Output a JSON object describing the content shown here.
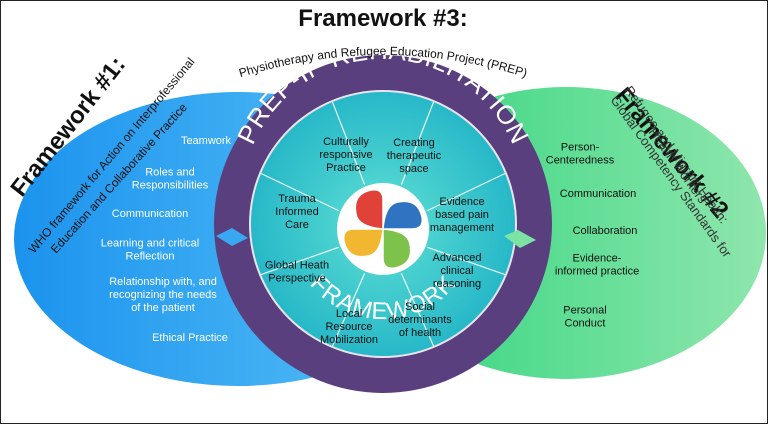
{
  "top": {
    "title": "Framework #3:",
    "subtitle": "Physiotherapy and Refugee Education Project (PREP)"
  },
  "left": {
    "title": "Framework #1:",
    "subtitle_lines": [
      "WHO framework for Action on Interprofessional",
      "Education and Collaborative Practice"
    ],
    "items": [
      [
        "Teamwork"
      ],
      [
        "Roles and",
        "Responsibilities"
      ],
      [
        "Communication"
      ],
      [
        "Learning and critical",
        "Reflection"
      ],
      [
        "Relationship with, and",
        "recognizing the needs",
        "of the patient"
      ],
      [
        "Ethical Practice"
      ]
    ]
  },
  "right": {
    "title": "Framework #2",
    "subtitle_lines": [
      "Refugee and Migrant Health:",
      "Global Competency Standards for",
      "Health Workers"
    ],
    "items": [
      [
        "Person-",
        "Centeredness"
      ],
      [
        "Communication"
      ],
      [
        "Collaboration"
      ],
      [
        "Evidence-",
        "informed practice"
      ],
      [
        "Personal",
        "Conduct"
      ]
    ]
  },
  "ring": {
    "top_text": "PREP-IP REHABILITATION",
    "bottom_text": "FRAMEWORK"
  },
  "segments": [
    [
      "Culturally",
      "responsive",
      "Practice"
    ],
    [
      "Creating",
      "therapeutic",
      "space"
    ],
    [
      "Evidence",
      "based pain",
      "management"
    ],
    [
      "Advanced",
      "clinical",
      "reasoning"
    ],
    [
      "Social",
      "determinants",
      "of health"
    ],
    [
      "Local",
      "Resource",
      "Mobilization"
    ],
    [
      "Global Heath",
      "Perspective"
    ],
    [
      "Trauma",
      "Informed",
      "Care"
    ]
  ],
  "colors": {
    "left_ellipse": "#3aa7f2",
    "right_ellipse": "#42d98a",
    "ring": "#5a3f7e",
    "inner_disc": "#31c6d0",
    "logo": [
      "#2f74c0",
      "#e0423a",
      "#f2b731",
      "#7dc24a"
    ]
  }
}
